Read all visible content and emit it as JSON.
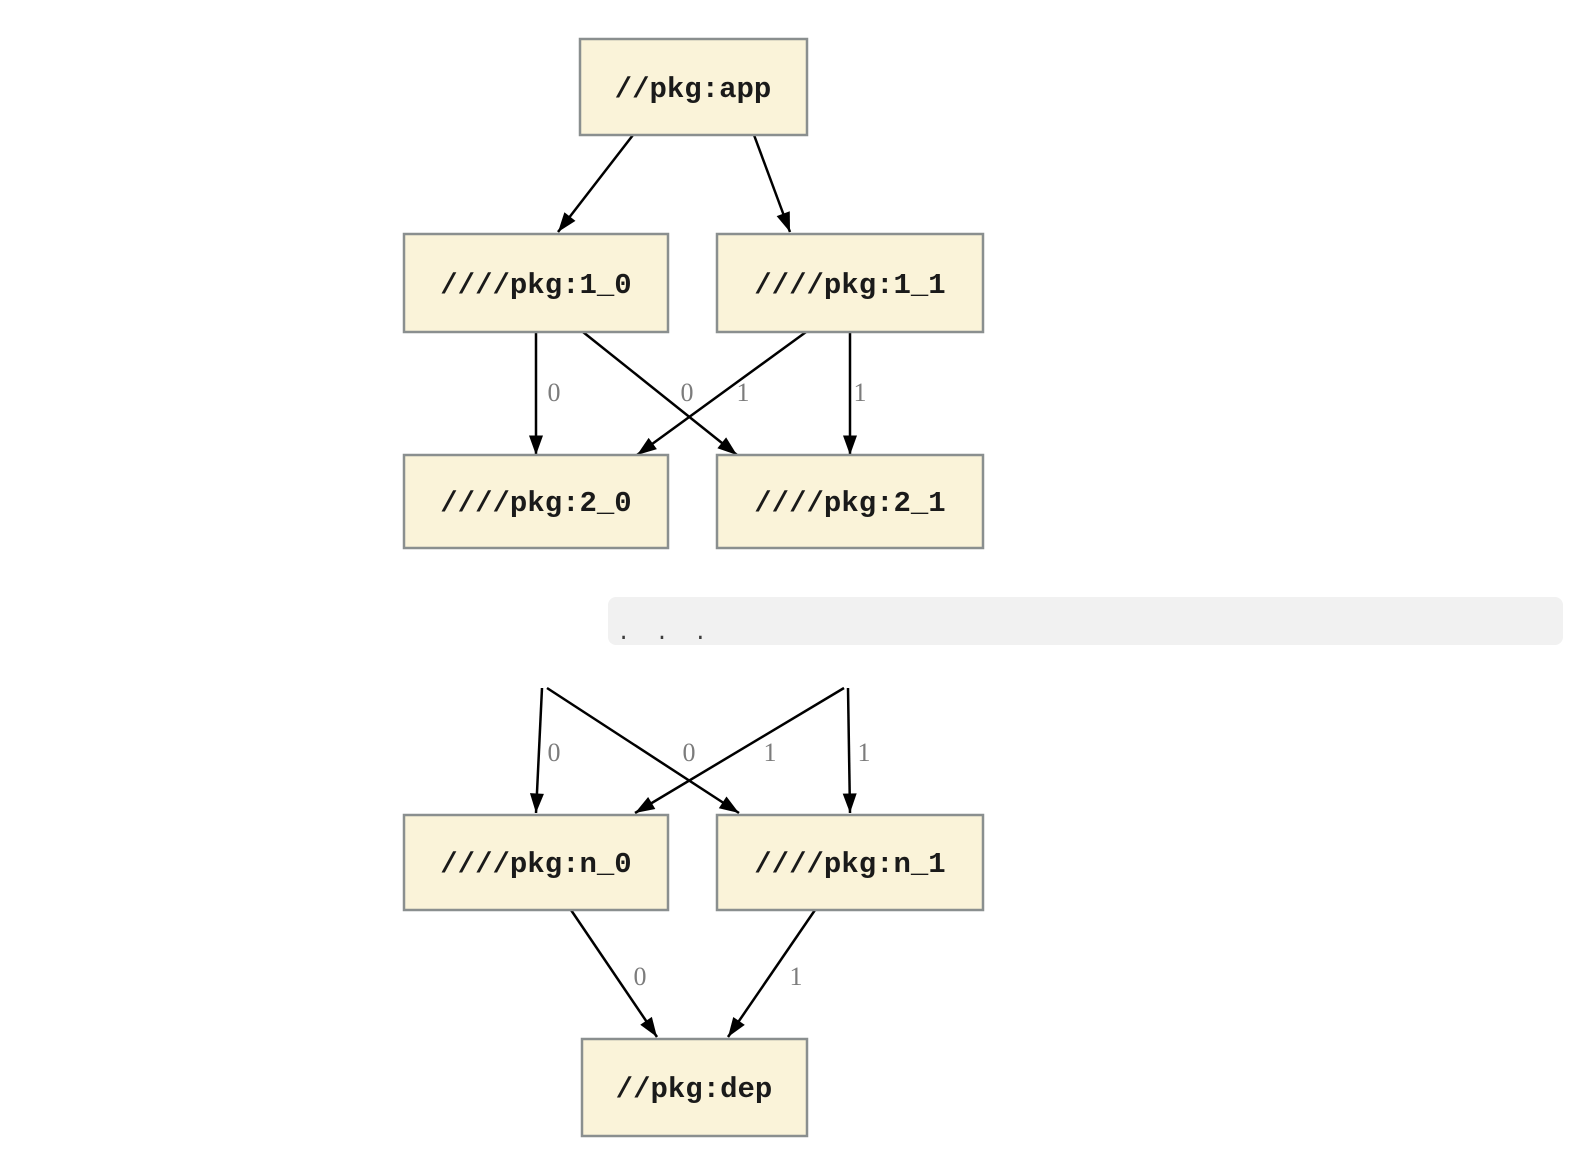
{
  "nodes": [
    {
      "id": "app",
      "label": "//pkg:app"
    },
    {
      "id": "1_0",
      "label": "////pkg:1_0"
    },
    {
      "id": "1_1",
      "label": "////pkg:1_1"
    },
    {
      "id": "2_0",
      "label": "////pkg:2_0"
    },
    {
      "id": "2_1",
      "label": "////pkg:2_1"
    },
    {
      "id": "n_0",
      "label": "////pkg:n_0"
    },
    {
      "id": "n_1",
      "label": "////pkg:n_1"
    },
    {
      "id": "dep",
      "label": "//pkg:dep"
    }
  ],
  "edges": [
    {
      "from": "app",
      "to": "1_0",
      "label": ""
    },
    {
      "from": "app",
      "to": "1_1",
      "label": ""
    },
    {
      "from": "1_0",
      "to": "2_0",
      "label": "0"
    },
    {
      "from": "1_0",
      "to": "2_1",
      "label": "1"
    },
    {
      "from": "1_1",
      "to": "2_0",
      "label": "0"
    },
    {
      "from": "1_1",
      "to": "2_1",
      "label": "1"
    },
    {
      "from": "ellipsis",
      "to": "n_0",
      "label": "0"
    },
    {
      "from": "ellipsis",
      "to": "n_1",
      "label": "1"
    },
    {
      "from": "ellipsis",
      "to": "n_0",
      "label": "0"
    },
    {
      "from": "ellipsis",
      "to": "n_1",
      "label": "1"
    },
    {
      "from": "n_0",
      "to": "dep",
      "label": "0"
    },
    {
      "from": "n_1",
      "to": "dep",
      "label": "1"
    }
  ],
  "ellipsis": ". . .",
  "colors": {
    "node_fill": "#faf3d9",
    "node_border": "#8a8f8f",
    "edge": "#000000",
    "edge_label": "#7c7c7c",
    "ellipsis_band": "#f1f1f1"
  }
}
